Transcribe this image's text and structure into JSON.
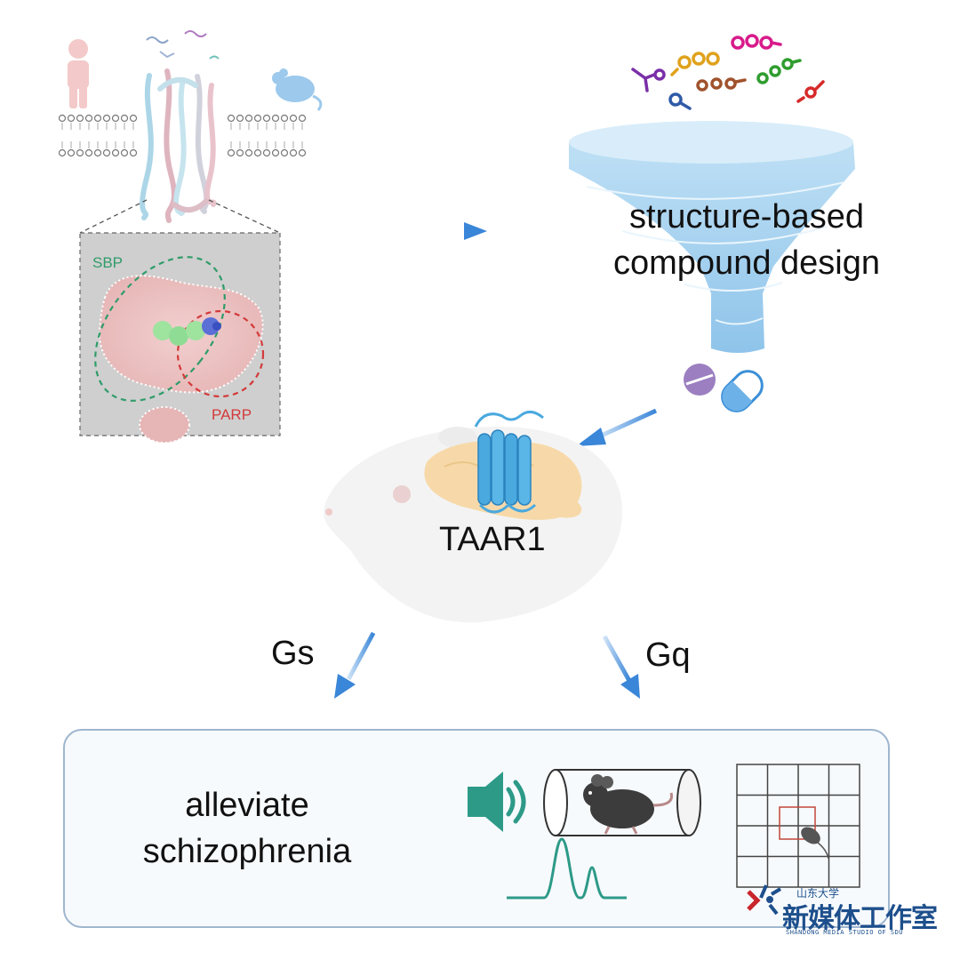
{
  "labels": {
    "sbp": "SBP",
    "parp": "PARP",
    "funnel": [
      "structure-based",
      "compound design"
    ],
    "receptor": "TAAR1",
    "left_pathway": "Gs",
    "right_pathway": "Gq",
    "outcome": [
      "alleviate",
      "schizophrenia"
    ]
  },
  "watermark": {
    "top": "山东大学",
    "name": "新媒体工作室",
    "english": "SHANDONG MEDIA STUDIO OF SDU"
  },
  "colors": {
    "arrow_blue": "#3a86d8",
    "sbp_green": "#2f9c6a",
    "parp_red": "#d33a3a",
    "funnel_blue": "#a9d4f0",
    "receptor_blue": "#4aa9df",
    "panel_border": "#9fb6cf",
    "sound_teal": "#2d9a88"
  },
  "icons": [
    "human-icon",
    "mouse-icon",
    "ligand-icons",
    "pill-icon",
    "capsule-icon",
    "speaker-icon",
    "mouse-in-tube-icon",
    "open-field-grid-icon"
  ]
}
